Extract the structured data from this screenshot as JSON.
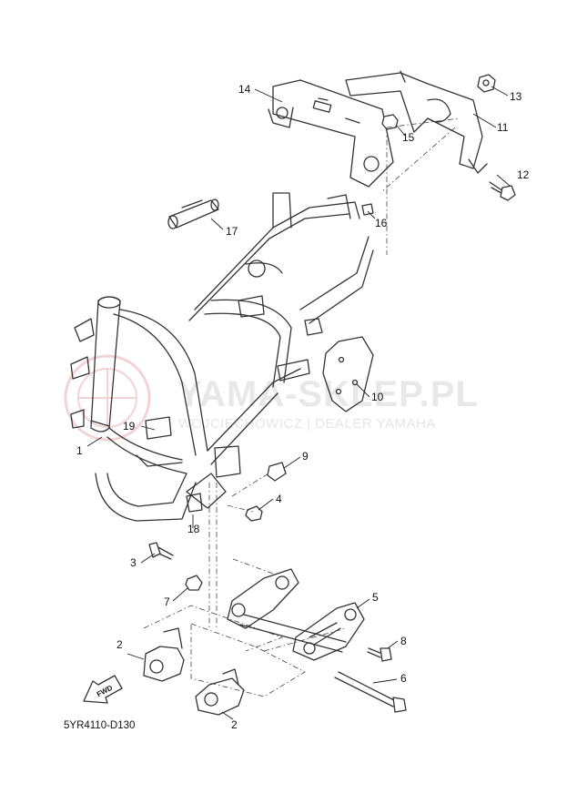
{
  "watermark": {
    "title": "YAMA-SKLEP.PL",
    "subtitle": "WOJCIECHOWICZ | DEALER YAMAHA"
  },
  "diagram_code": "5YR4110-D130",
  "fwd_label": "FWD",
  "callouts": [
    "1",
    "2",
    "2",
    "3",
    "4",
    "5",
    "6",
    "7",
    "8",
    "9",
    "10",
    "11",
    "12",
    "13",
    "14",
    "15",
    "16",
    "17",
    "18",
    "19"
  ]
}
